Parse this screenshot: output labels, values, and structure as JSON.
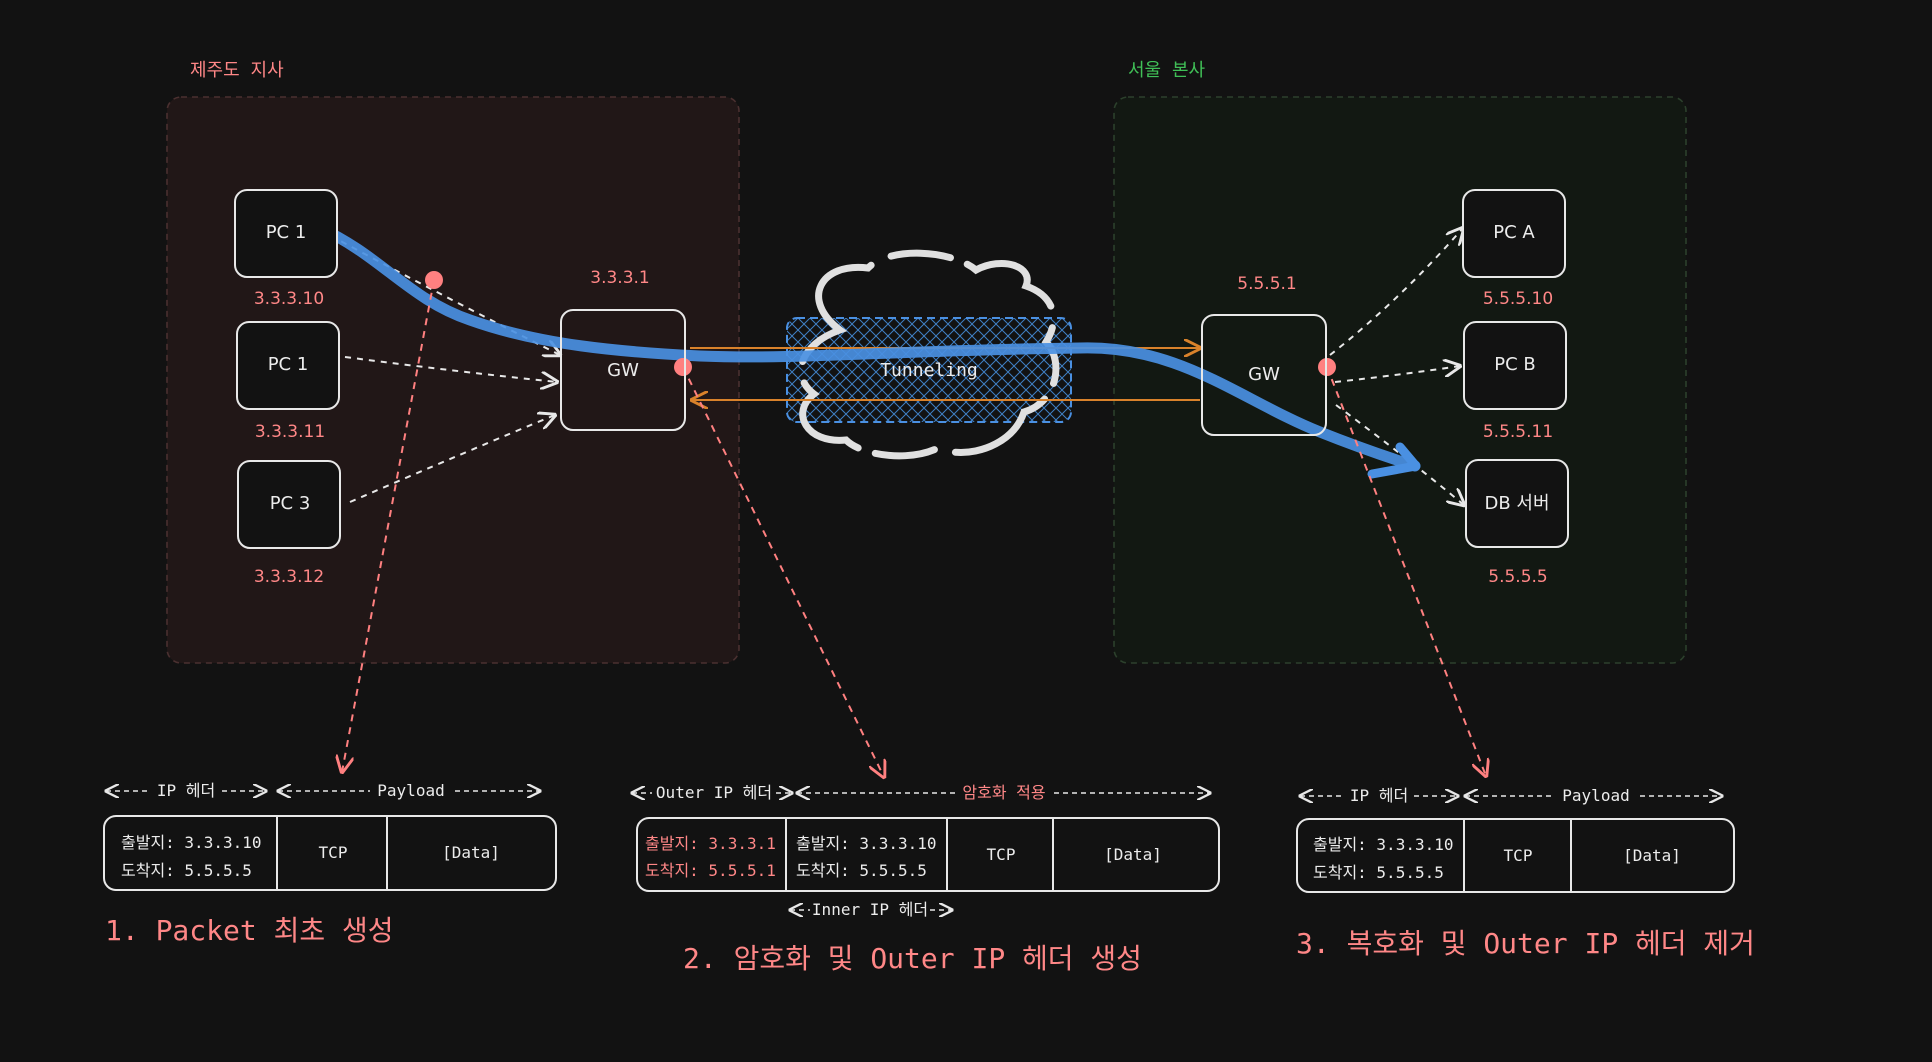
{
  "regions": {
    "jeju": {
      "label": "제주도 지사",
      "color": "#ff8787"
    },
    "seoul": {
      "label": "서울 본사",
      "color": "#40c057"
    }
  },
  "nodes": {
    "pc1a": {
      "label": "PC 1",
      "ip": "3.3.3.10"
    },
    "pc1b": {
      "label": "PC 1",
      "ip": "3.3.3.11"
    },
    "pc3": {
      "label": "PC 3",
      "ip": "3.3.3.12"
    },
    "gw_left": {
      "label": "GW",
      "ip": "3.3.3.1"
    },
    "gw_right": {
      "label": "GW",
      "ip": "5.5.5.1"
    },
    "pca": {
      "label": "PC A",
      "ip": "5.5.5.10"
    },
    "pcb": {
      "label": "PC B",
      "ip": "5.5.5.11"
    },
    "db": {
      "label": "DB 서버",
      "ip": "5.5.5.5"
    }
  },
  "tunnel": {
    "label": "Tunneling"
  },
  "packets": {
    "p1": {
      "title": "1. Packet 최초 생성",
      "header_label": "IP 헤더",
      "payload_label": "Payload",
      "src": "출발지: 3.3.3.10",
      "dst": "도착지: 5.5.5.5",
      "proto": "TCP",
      "data": "[Data]"
    },
    "p2": {
      "title": "2. 암호화 및 Outer IP 헤더 생성",
      "outer_label": "Outer IP 헤더",
      "enc_label": "암호화 적용",
      "inner_label": "Inner IP 헤더",
      "outer_src": "출발지: 3.3.3.1",
      "outer_dst": "도착지: 5.5.5.1",
      "src": "출발지: 3.3.3.10",
      "dst": "도착지: 5.5.5.5",
      "proto": "TCP",
      "data": "[Data]"
    },
    "p3": {
      "title": "3. 복호화 및 Outer IP 헤더 제거",
      "header_label": "IP 헤더",
      "payload_label": "Payload",
      "src": "출발지: 3.3.3.10",
      "dst": "도착지: 5.5.5.5",
      "proto": "TCP",
      "data": "[Data]"
    }
  },
  "colors": {
    "background": "#121212",
    "ip_text": "#ff8787",
    "flow": "#4a90e2",
    "reply": "#d9822b",
    "marker": "#ff8080"
  }
}
